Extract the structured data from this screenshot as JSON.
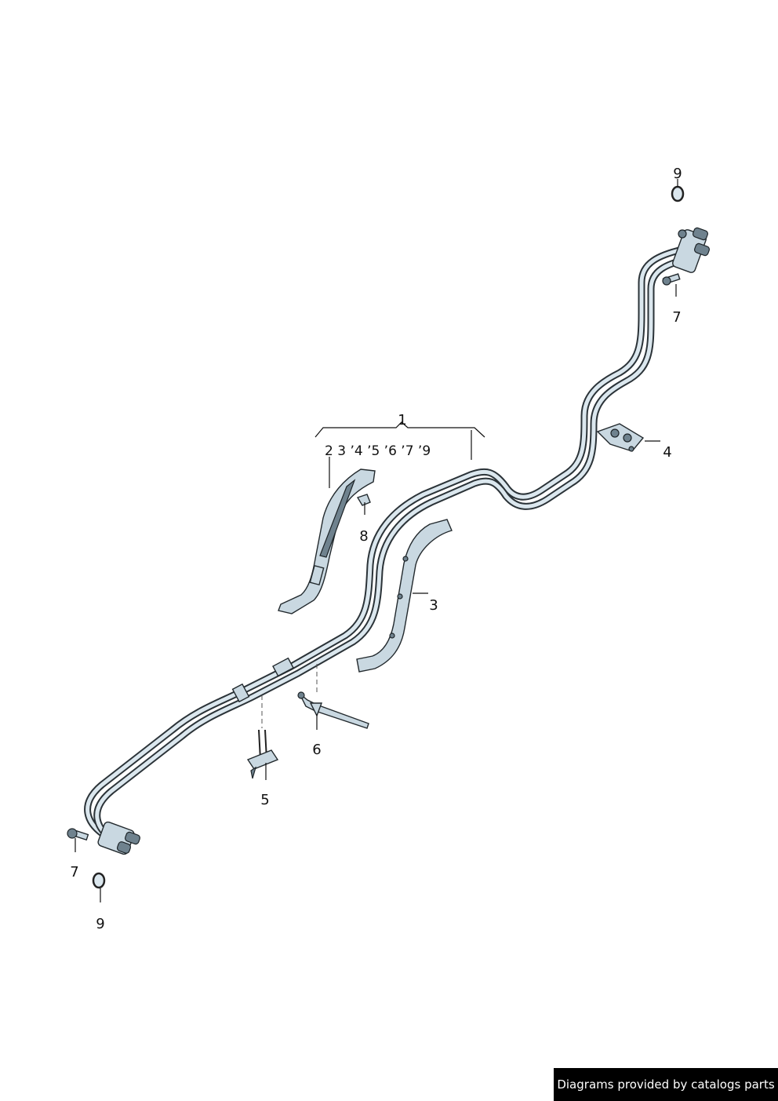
{
  "callouts": {
    "c1": "1",
    "c1_sub": "2 3 ʼ4 ʼ5 ʼ6 ʼ7 ʼ9",
    "c3": "3",
    "c4": "4",
    "c5": "5",
    "c6": "6",
    "c7_top": "7",
    "c7_bottom": "7",
    "c8": "8",
    "c9_top": "9",
    "c9_bottom": "9"
  },
  "footer": {
    "text": "Diagrams provided by catalogs parts"
  },
  "colors": {
    "pipe": "#dbe7ee",
    "pipe_outline": "#2b3338",
    "part_fill": "#c9d8e1",
    "footer_bg": "#000000"
  }
}
